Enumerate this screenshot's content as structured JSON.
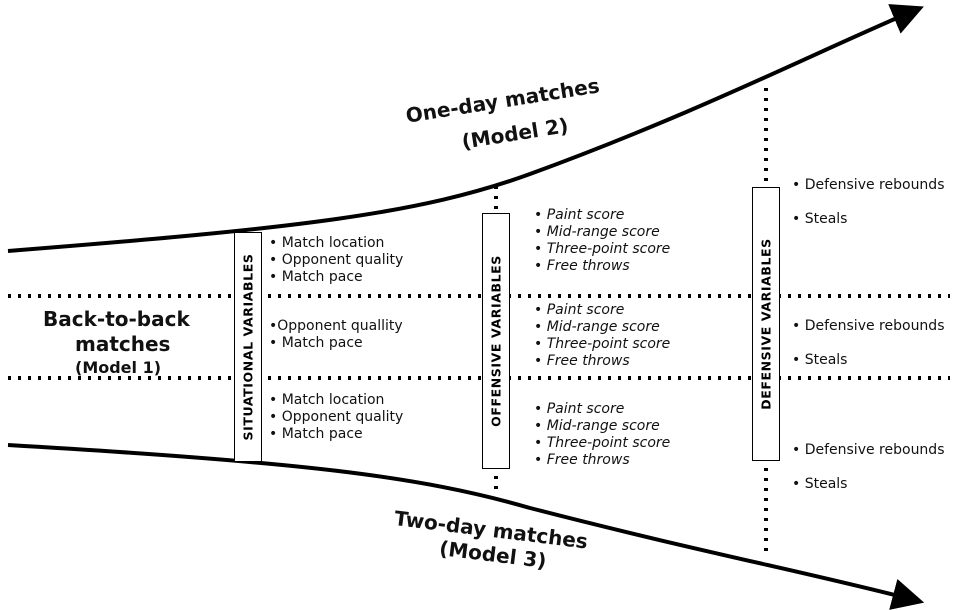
{
  "title_one_day": "One-day matches",
  "title_one_day_model": "(Model 2)",
  "title_back": "Back-to-back",
  "title_back2": "matches",
  "title_back_model": "(Model 1)",
  "title_two_day": "Two-day matches",
  "title_two_day_model": "(Model 3)",
  "box_situational": "SITUATIONAL VARIABLES",
  "box_offensive": "OFFENSIVE VARIABLES",
  "box_defensive": "DEFENSIVE VARIABLES",
  "situational": {
    "top": [
      "• Match location",
      "• Opponent quality",
      "• Match pace"
    ],
    "middle": [
      "•Opponent quallity",
      "• Match pace"
    ],
    "bottom": [
      "• Match location",
      "• Opponent quality",
      "• Match pace"
    ]
  },
  "offensive": {
    "top": [
      "• Paint score",
      "• Mid-range score",
      "• Three-point score",
      "• Free throws"
    ],
    "middle": [
      "• Paint score",
      "• Mid-range score",
      "• Three-point score",
      "• Free throws"
    ],
    "bottom": [
      "• Paint score",
      "• Mid-range score",
      "• Three-point score",
      "• Free throws"
    ]
  },
  "defensive": {
    "top": [
      "• Defensive rebounds",
      "• Steals"
    ],
    "middle": [
      "• Defensive rebounds",
      "• Steals"
    ],
    "bottom": [
      "• Defensive rebounds",
      "• Steals"
    ]
  }
}
